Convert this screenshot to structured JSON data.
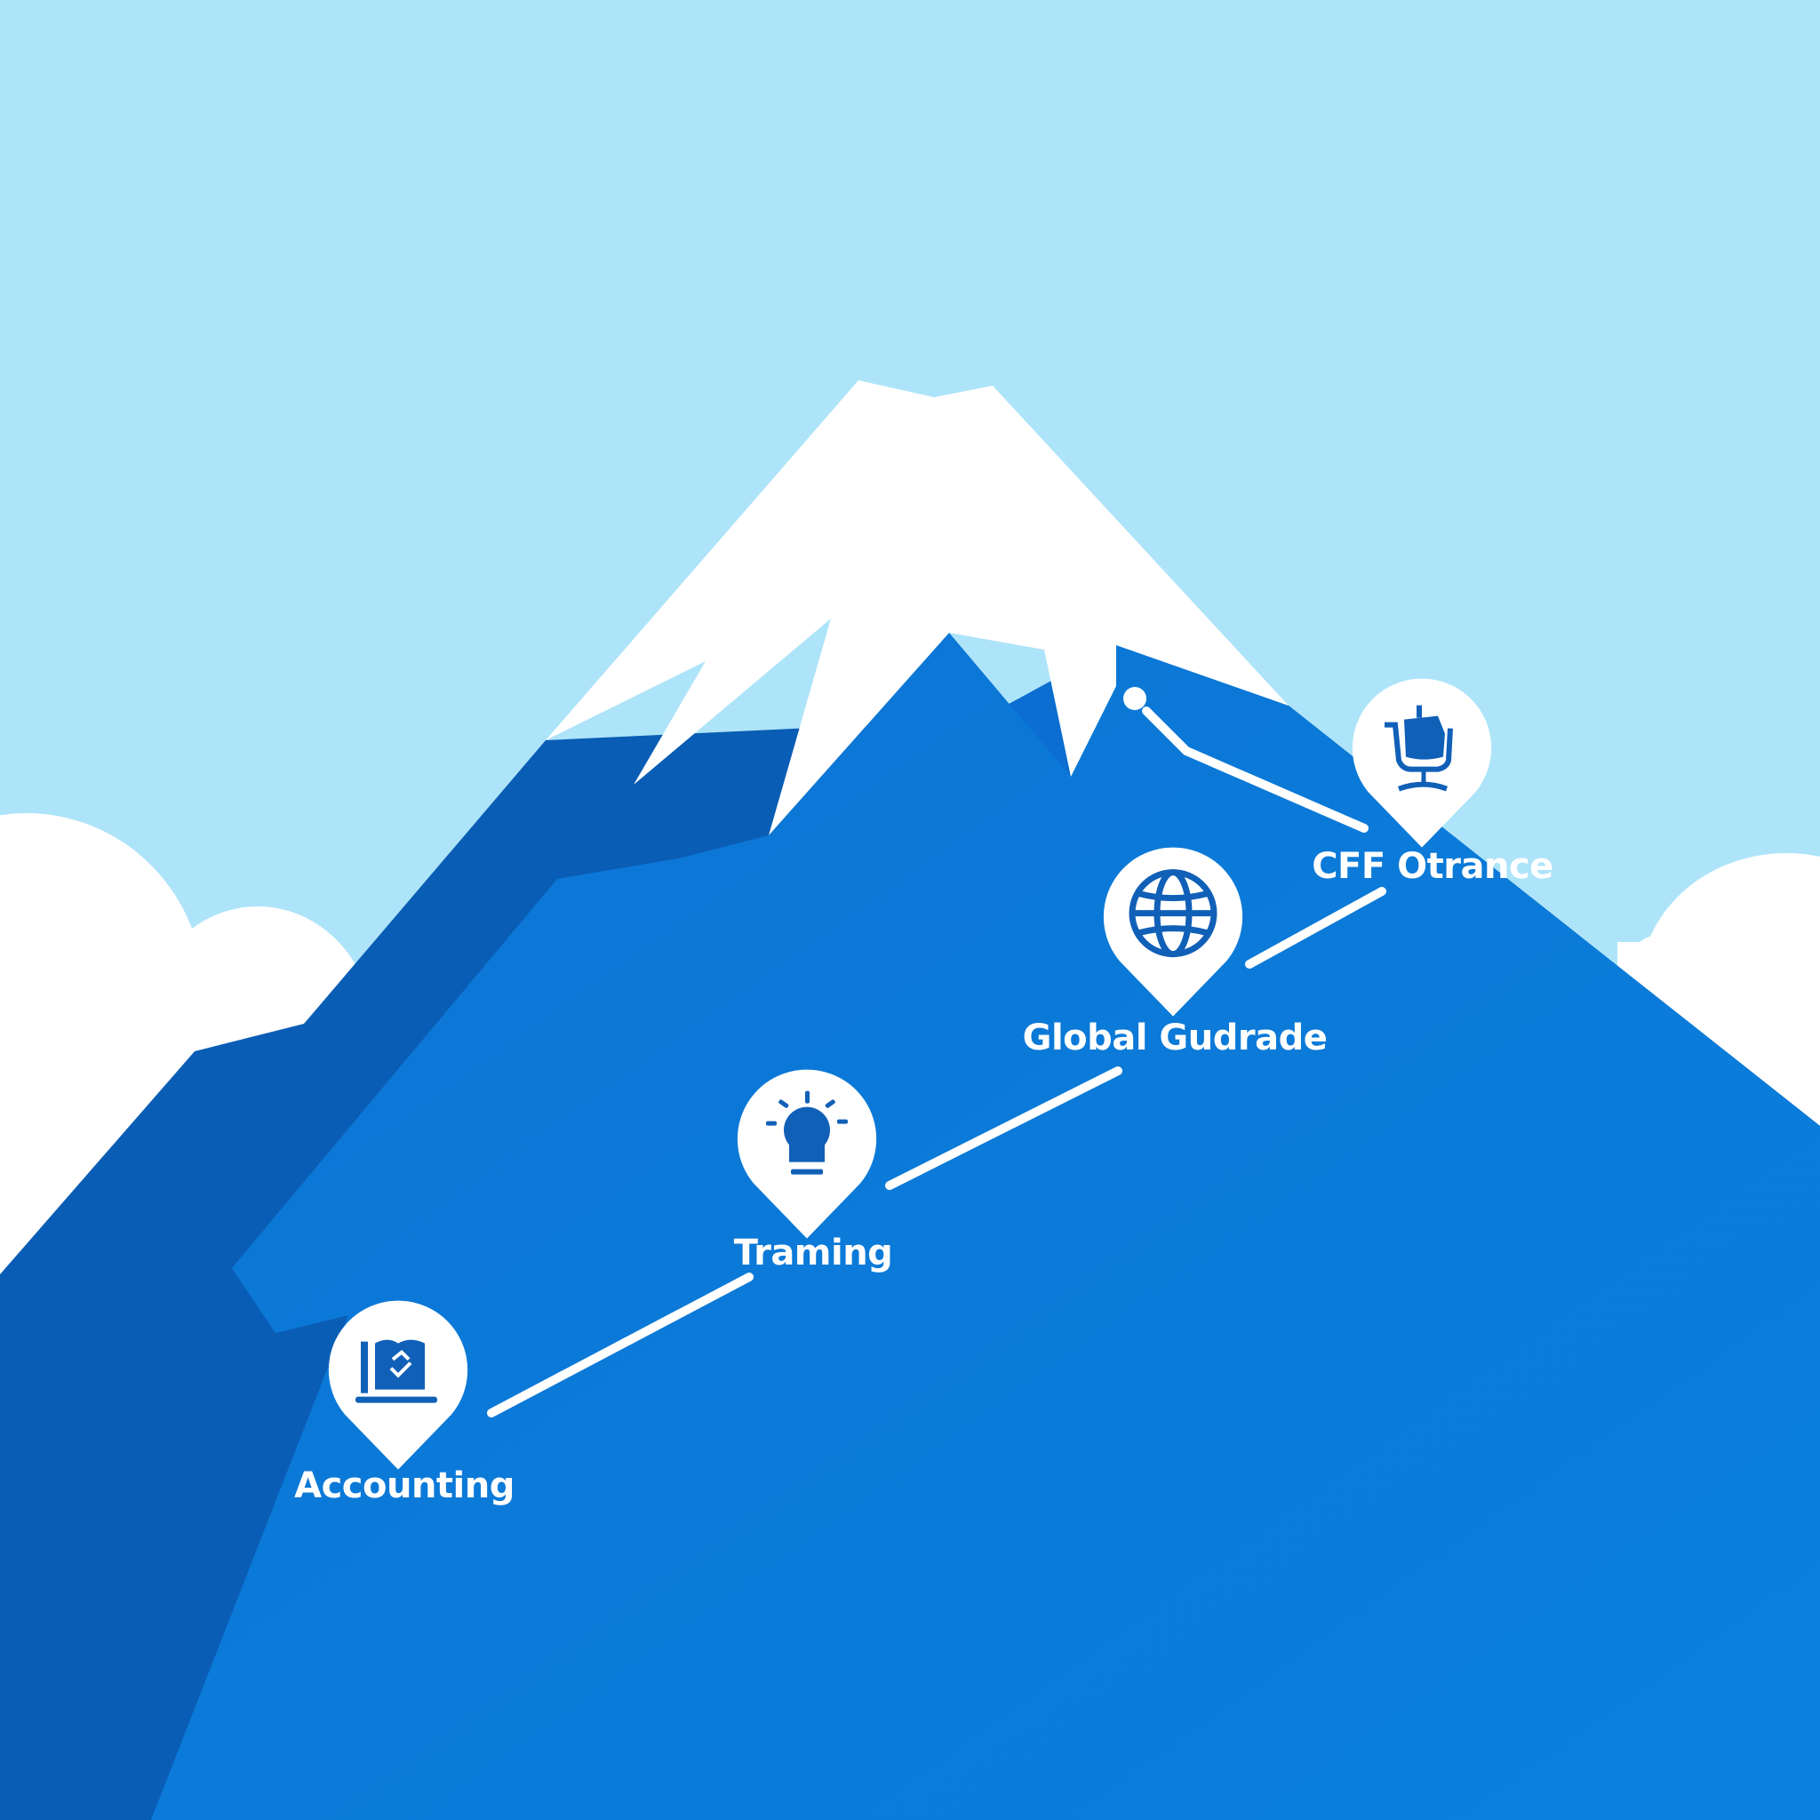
{
  "scene": {
    "title": "Career mountain path",
    "colors": {
      "sky": "#aee4f9",
      "snow": "#ffffff",
      "cloud": "#ffffff",
      "mountain_dark": "#0a5db5",
      "mountain_mid": "#0b6dcc",
      "mountain_light": "#0a7bd8",
      "icon_blue": "#1160b8",
      "path_line": "#ffffff"
    }
  },
  "milestones": [
    {
      "label": "Accounting",
      "icon": "accounting-chart-check-icon"
    },
    {
      "label": "Traming",
      "icon": "lightbulb-icon"
    },
    {
      "label": "Global Gudrade",
      "icon": "globe-icon"
    },
    {
      "label": "CFF Otrance",
      "icon": "office-chair-icon"
    }
  ]
}
